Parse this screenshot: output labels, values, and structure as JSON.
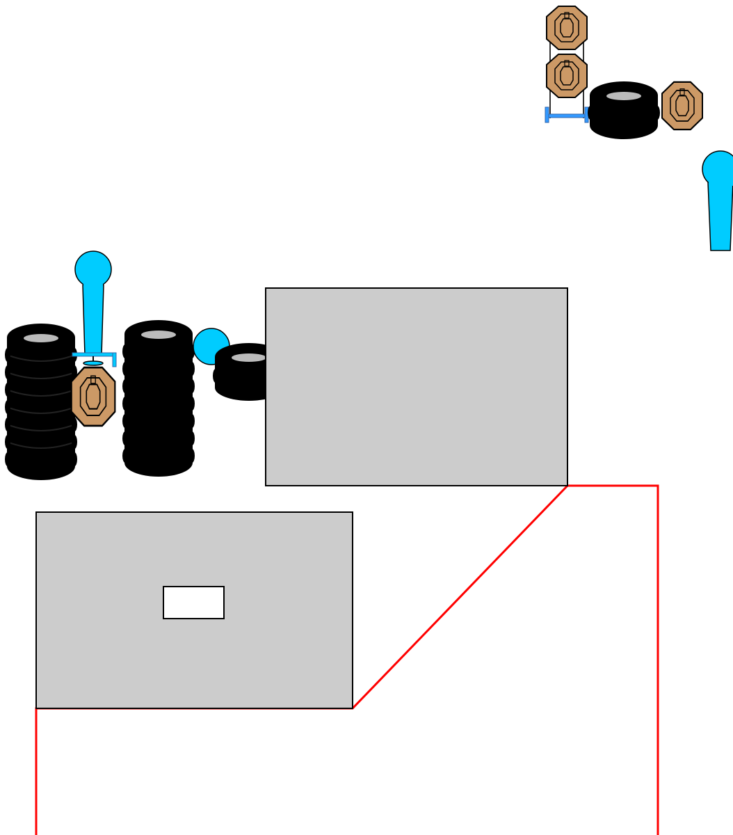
{
  "colors": {
    "background": "#ffffff",
    "wall_fill": "#cccccc",
    "wall_stroke": "#000000",
    "fault_line": "#ff0000",
    "tire_fill": "#000000",
    "tire_hole": "#bbbbbb",
    "target_fill": "#cc9966",
    "target_stroke": "#000000",
    "no_shoot_fill": "#00ccff",
    "stand_stroke": "#3366aa"
  },
  "stage": {
    "elements": [
      {
        "kind": "wall",
        "name": "barricade-wall-center",
        "icon": "barricade-wall"
      },
      {
        "kind": "wall",
        "name": "barricade-wall-left-with-port",
        "icon": "barricade-wall"
      },
      {
        "kind": "port",
        "name": "shooting-port",
        "icon": "port-window"
      },
      {
        "kind": "fault-line",
        "name": "shooting-area-fault-line",
        "icon": "fault-line"
      },
      {
        "kind": "tire-stack",
        "name": "tire-stack-far-left",
        "icon": "tire-stack"
      },
      {
        "kind": "tire-stack",
        "name": "tire-stack-left-middle",
        "icon": "tire-stack"
      },
      {
        "kind": "tire-stack",
        "name": "tire-stack-center",
        "icon": "tire-stack"
      },
      {
        "kind": "tire-stack",
        "name": "tire-stack-upper-right",
        "icon": "tire-stack"
      },
      {
        "kind": "target",
        "name": "paper-target-left",
        "icon": "octagon-paper-target"
      },
      {
        "kind": "target",
        "name": "paper-target-upper-1",
        "icon": "octagon-paper-target"
      },
      {
        "kind": "target",
        "name": "paper-target-upper-2",
        "icon": "octagon-paper-target"
      },
      {
        "kind": "target",
        "name": "paper-target-right",
        "icon": "octagon-paper-target"
      },
      {
        "kind": "no-shoot",
        "name": "no-shoot-left-tall",
        "icon": "no-shoot-silhouette"
      },
      {
        "kind": "no-shoot",
        "name": "no-shoot-center-small",
        "icon": "no-shoot-silhouette"
      },
      {
        "kind": "no-shoot",
        "name": "no-shoot-right",
        "icon": "no-shoot-silhouette"
      },
      {
        "kind": "stand",
        "name": "target-stand-upper",
        "icon": "target-stand"
      },
      {
        "kind": "stand",
        "name": "target-stand-left",
        "icon": "target-stand"
      }
    ]
  }
}
